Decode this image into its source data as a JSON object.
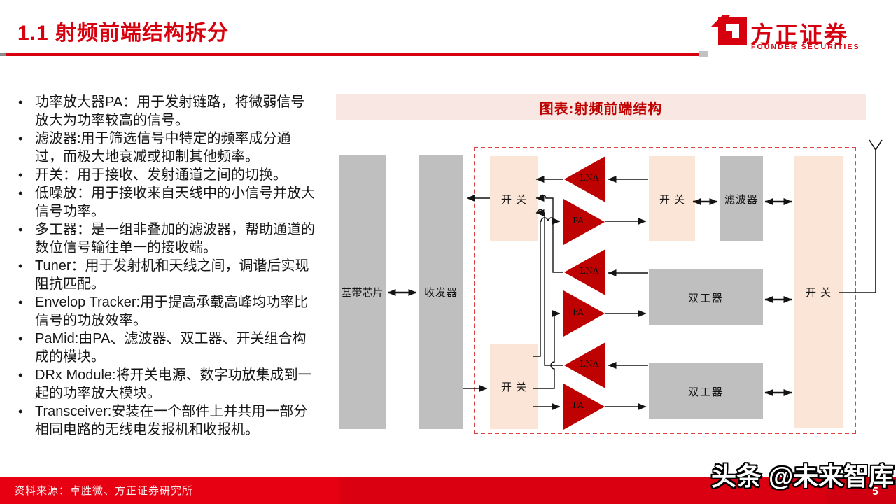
{
  "page": {
    "title": "1.1 射频前端结构拆分",
    "page_number": "5",
    "watermark": "头条 @未来智库"
  },
  "logo": {
    "name_cn": "方正证券",
    "name_en": "FOUNDER SECURITIES"
  },
  "bullets": [
    "功率放大器PA：用于发射链路，将微弱信号放大为功率较高的信号。",
    "滤波器:用于筛选信号中特定的频率成分通过，而极大地衰减或抑制其他频率。",
    "开关：用于接收、发射通道之间的切换。",
    "低噪放：用于接收来自天线中的小信号并放大信号功率。",
    "多工器：是一组非叠加的滤波器，帮助通道的数位信号输往单一的接收端。",
    "Tuner：用于发射机和天线之间，调谐后实现阻抗匹配。",
    "Envelop Tracker:用于提高承载高峰均功率比信号的功放效率。",
    "PaMid:由PA、滤波器、双工器、开关组合构成的模块。",
    "DRx Module:将开关电源、数字功放集成到一起的功率放大模块。",
    "Transceiver:安装在一个部件上并共用一部分相同电路的无线电发报机和收报机。"
  ],
  "figure": {
    "title": "图表:射频前端结构",
    "labels": {
      "baseband": "基带芯片",
      "transceiver": "收发器",
      "switch": "开关",
      "filter": "滤波器",
      "duplexer": "双工器",
      "lna": "LNA",
      "pa": "PA"
    }
  },
  "footer": {
    "source": "资料来源：卓胜微、方正证券研究所"
  },
  "colors": {
    "brand_red": "#D7000F",
    "figure_title_red": "#C00000",
    "triangle_red": "#BE0202",
    "box_gray": "#BFBFBF",
    "box_peach": "#FBE5D6",
    "panel_pink": "#F8E7E2",
    "dashed_border_red": "#D94343",
    "footer_red": "#E60012",
    "wire_black": "#141414"
  }
}
